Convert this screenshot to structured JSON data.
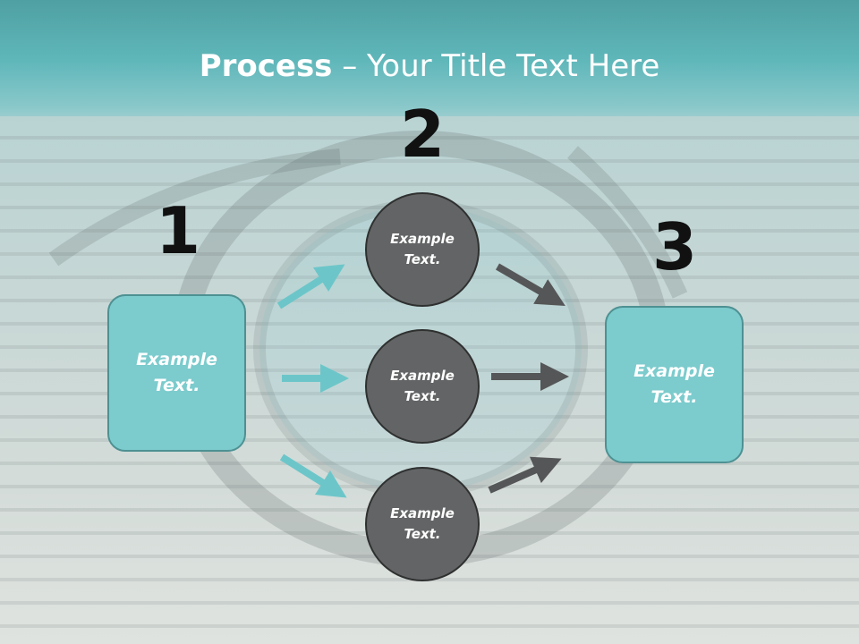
{
  "title": {
    "bold": "Process",
    "rest": " – Your Title Text Here"
  },
  "steps": [
    {
      "number": "1",
      "text": "Example\nText."
    },
    {
      "number": "2",
      "items": [
        {
          "text": "Example\nText."
        },
        {
          "text": "Example\nText."
        },
        {
          "text": "Example\nText."
        }
      ]
    },
    {
      "number": "3",
      "text": "Example\nText."
    }
  ],
  "colors": {
    "box_fill": "#7ccbcd",
    "box_border": "#4e9193",
    "circle_fill": "#636465",
    "teal_arrow": "#6cc6c9",
    "gray_arrow": "#555657"
  }
}
